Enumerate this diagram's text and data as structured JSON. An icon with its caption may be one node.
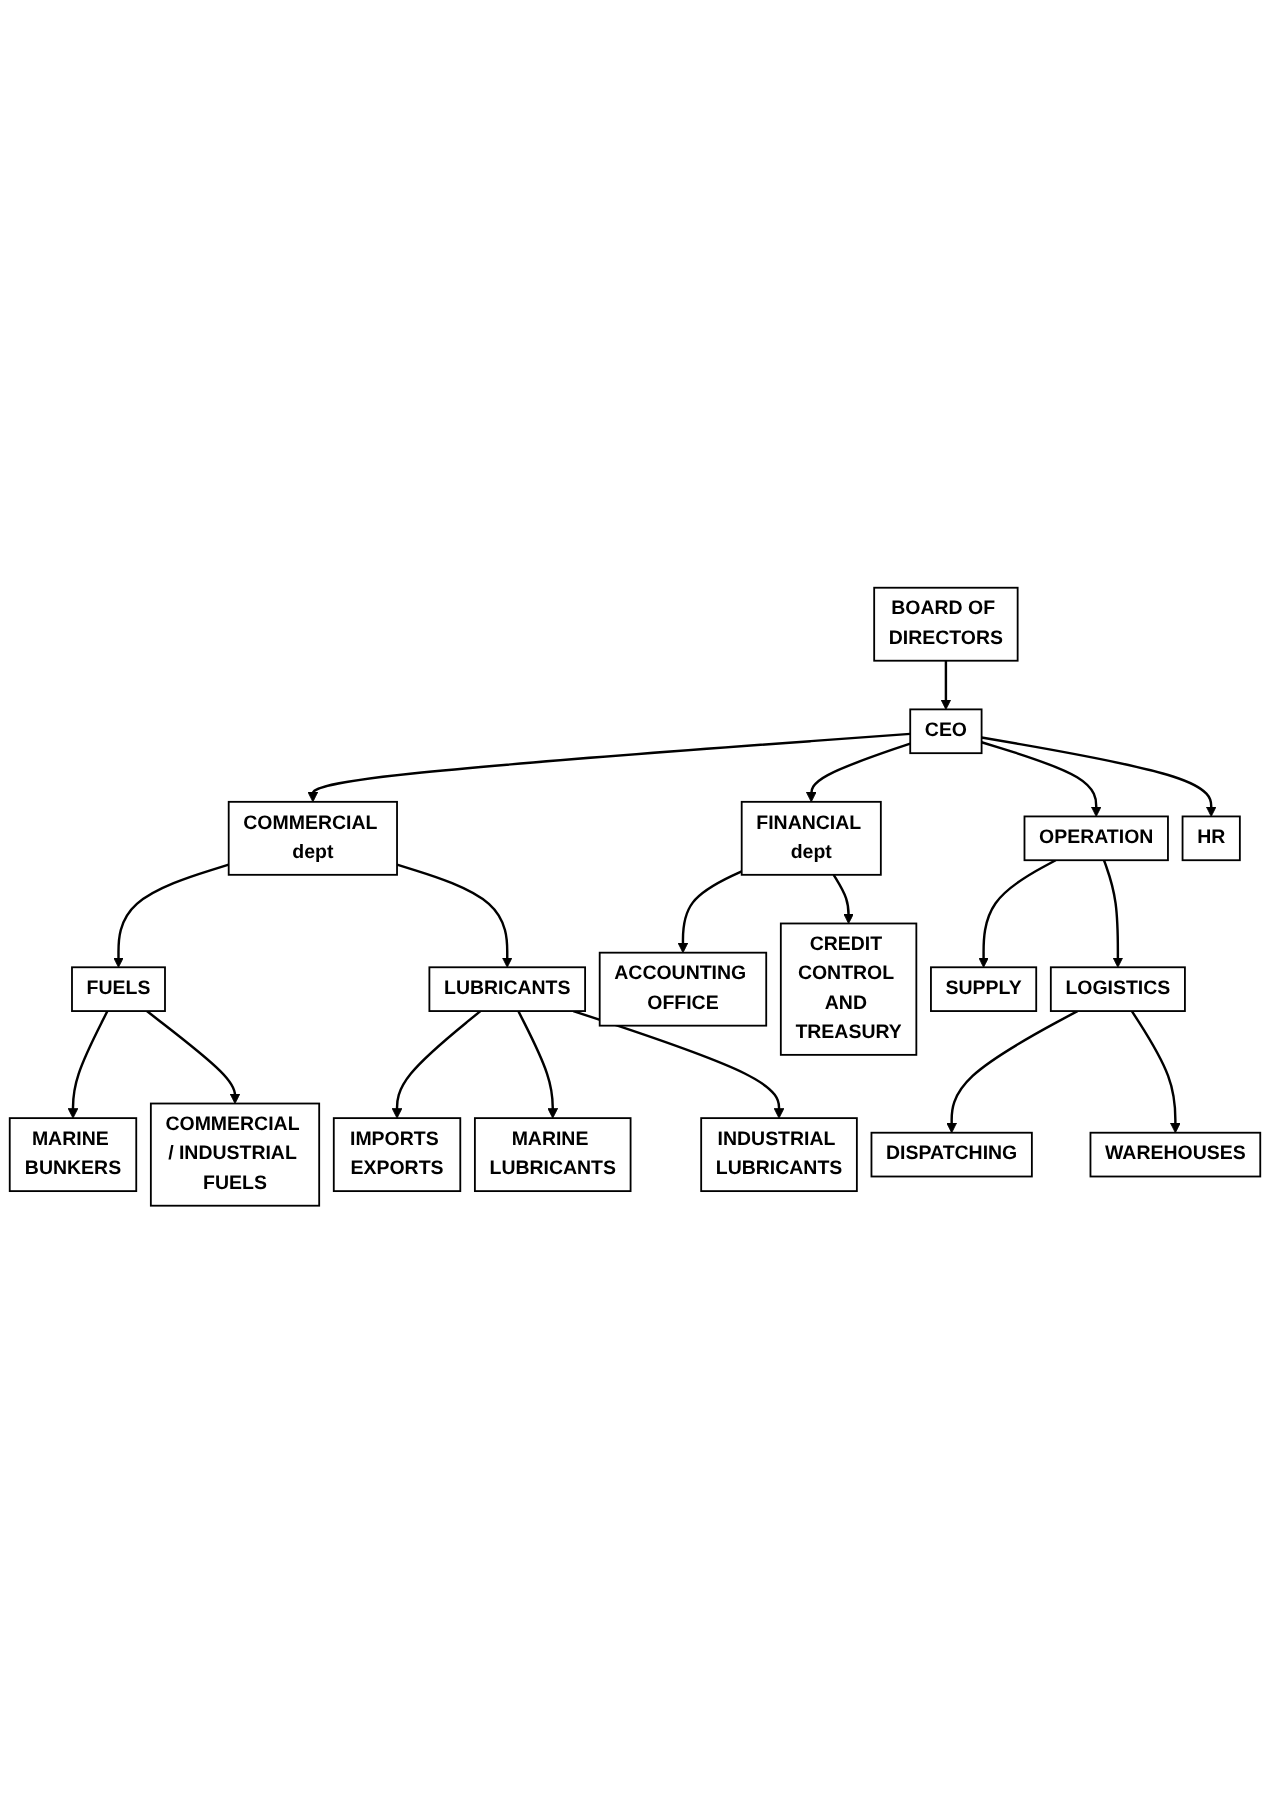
{
  "diagram": {
    "nodes": [
      {
        "text": [
          "BOARD OF DIRECTORS"
        ]
      },
      {
        "text": [
          "COMMERCIAL dept"
        ]
      },
      {
        "text": [
          "CEO"
        ]
      },
      {
        "text": [
          "FINANCIAL dept"
        ]
      },
      {
        "text": [
          "OPERATION"
        ]
      },
      {
        "text": [
          "HR"
        ]
      },
      {
        "text": [
          "ACCOUNTING OFFICE"
        ]
      },
      {
        "text": [
          "SUPPLY"
        ]
      },
      {
        "text": [
          "CREDIT CONTROL AND TREASURY"
        ]
      },
      {
        "text": [
          "LOGISTICS"
        ]
      },
      {
        "text": [
          "DISPATCHING"
        ]
      },
      {
        "text": [
          "WAREHOUSES"
        ]
      },
      {
        "text": [
          "LUBRICANTS"
        ]
      },
      {
        "text": [
          "FUELS"
        ]
      },
      {
        "text": [
          "COMMERCIAL / INDUSTRIAL FUELS"
        ]
      },
      {
        "text": [
          "MARINE LUBRICANTS"
        ]
      },
      {
        "text": [
          "MARINE BUNKERS"
        ]
      },
      {
        "text": [
          "INDUSTRIAL LUBRICANTS"
        ]
      },
      {
        "text": [
          "IMPORTS EXPORTS"
        ]
      }
    ],
    "edges": [
      {
        "from": 0,
        "to": 2,
        "arrow": "to"
      },
      {
        "from": 2,
        "to": 1,
        "arrow": "to"
      },
      {
        "from": 2,
        "to": 3,
        "arrow": "to"
      },
      {
        "from": 2,
        "to": 4,
        "arrow": "to"
      },
      {
        "from": 2,
        "to": 5,
        "arrow": "to"
      },
      {
        "from": 3,
        "to": 6,
        "arrow": "to"
      },
      {
        "from": 3,
        "to": 8,
        "arrow": "to"
      },
      {
        "from": 4,
        "to": 7,
        "arrow": "to"
      },
      {
        "from": 4,
        "to": 9,
        "arrow": "to"
      },
      {
        "from": 9,
        "to": 10,
        "arrow": "to"
      },
      {
        "from": 9,
        "to": 11,
        "arrow": "to"
      },
      {
        "from": 1,
        "to": 13,
        "arrow": "to"
      },
      {
        "from": 1,
        "to": 12,
        "arrow": "to"
      },
      {
        "from": 13,
        "to": 16,
        "arrow": "to"
      },
      {
        "from": 13,
        "to": 14,
        "arrow": "to"
      },
      {
        "from": 12,
        "to": 18,
        "arrow": "to"
      },
      {
        "from": 12,
        "to": 15,
        "arrow": "to"
      },
      {
        "from": 12,
        "to": 17,
        "arrow": "to"
      }
    ]
  }
}
